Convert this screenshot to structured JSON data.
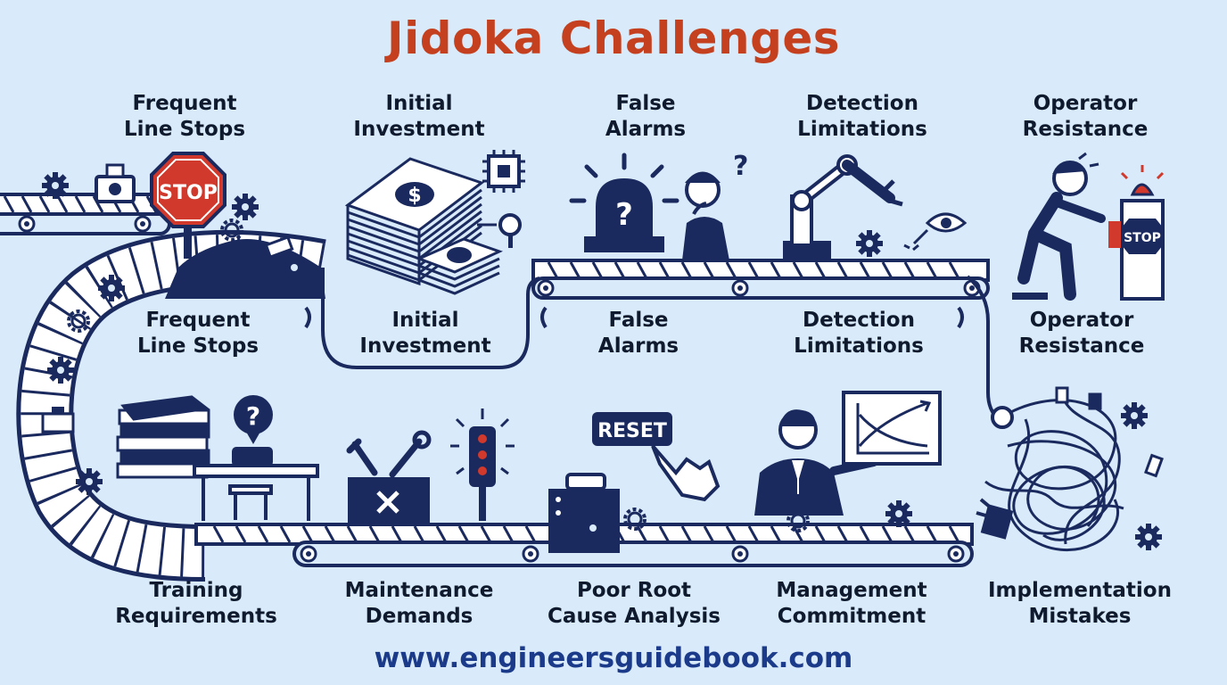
{
  "title": "Jidoka Challenges",
  "top_labels": [
    {
      "line1": "Frequent",
      "line2": "Line Stops"
    },
    {
      "line1": "Initial",
      "line2": "Investment"
    },
    {
      "line1": "False",
      "line2": "Alarms"
    },
    {
      "line1": "Detection",
      "line2": "Limitations"
    },
    {
      "line1": "Operator",
      "line2": "Resistance"
    }
  ],
  "middle_labels": [
    {
      "line1": "Frequent",
      "line2": "Line Stops"
    },
    {
      "line1": "Initial",
      "line2": "Investment"
    },
    {
      "line1": "False",
      "line2": "Alarms"
    },
    {
      "line1": "Detection",
      "line2": "Limitations"
    },
    {
      "line1": "Operator",
      "line2": "Resistance"
    }
  ],
  "bottom_labels": [
    {
      "line1": "Training",
      "line2": "Requirements"
    },
    {
      "line1": "Maintenance",
      "line2": "Demands"
    },
    {
      "line1": "Poor Root",
      "line2": "Cause Analysis"
    },
    {
      "line1": "Management",
      "line2": "Commitment"
    },
    {
      "line1": "Implementation",
      "line2": "Mistakes"
    }
  ],
  "sign_text": {
    "stop": "STOP",
    "stop_small": "STOP",
    "reset": "RESET",
    "dollar": "$",
    "question": "?"
  },
  "footer": "www.engineersguidebook.com",
  "colors": {
    "background": "#d9ebfa",
    "title": "#c4401f",
    "ink": "#1b2a5e",
    "stop_sign": "#d0392b",
    "footer": "#1b3b8a"
  },
  "icons": [
    "gear-icon",
    "camera-icon",
    "stop-sign-icon",
    "money-stack-icon",
    "microchip-icon",
    "alarm-beacon-icon",
    "confused-worker-icon",
    "robot-arm-icon",
    "eye-icon",
    "pushing-worker-icon",
    "stop-button-icon",
    "books-icon",
    "question-bubble-icon",
    "desk-icon",
    "toolbox-icon",
    "traffic-light-icon",
    "reset-button-icon",
    "hand-pointer-icon",
    "manager-icon",
    "chart-board-icon",
    "tangled-cables-icon"
  ]
}
